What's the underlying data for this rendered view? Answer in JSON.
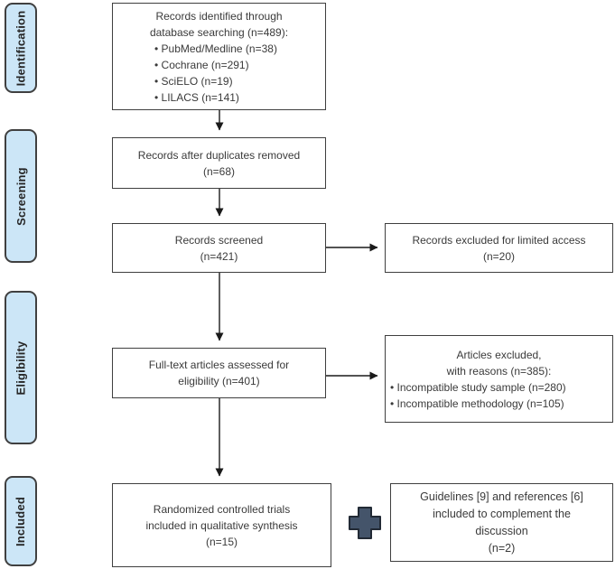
{
  "colors": {
    "stage-fill": "#cce6f7",
    "stage-border": "#404040",
    "box-border": "#3f3f3f",
    "text": "#3a3a3a",
    "arrow": "#1a1a1a",
    "plus-fill": "#44546a",
    "plus-stroke": "#222a35"
  },
  "stages": {
    "identification": "Identification",
    "screening": "Screening",
    "eligibility": "Eligibility",
    "included": "Included"
  },
  "boxes": {
    "identified": {
      "lines": [
        "Records identified through",
        "database searching (n=489):"
      ],
      "bullets": [
        "• PubMed/Medline (n=38)",
        "• Cochrane (n=291)",
        "• SciELO (n=19)",
        "• LILACS (n=141)"
      ]
    },
    "duplicates": {
      "lines": [
        "Records after duplicates removed",
        "(n=68)"
      ]
    },
    "screened": {
      "lines": [
        "Records screened",
        "(n=421)"
      ]
    },
    "excluded_access": {
      "lines": [
        "Records excluded for limited access",
        "(n=20)"
      ]
    },
    "fulltext": {
      "lines": [
        "Full-text articles assessed for",
        "eligibility (n=401)"
      ]
    },
    "excluded_reasons": {
      "lines": [
        "Articles excluded,",
        "with reasons (n=385):"
      ],
      "bullets": [
        "• Incompatible study sample (n=280)",
        "• Incompatible methodology (n=105)"
      ]
    },
    "rct": {
      "lines": [
        "Randomized controlled trials",
        "included in qualitative synthesis",
        "(n=15)"
      ]
    },
    "guidelines": {
      "lines": [
        "Guidelines [9] and references [6]",
        "included to complement the",
        "discussion",
        "(n=2)"
      ]
    }
  }
}
